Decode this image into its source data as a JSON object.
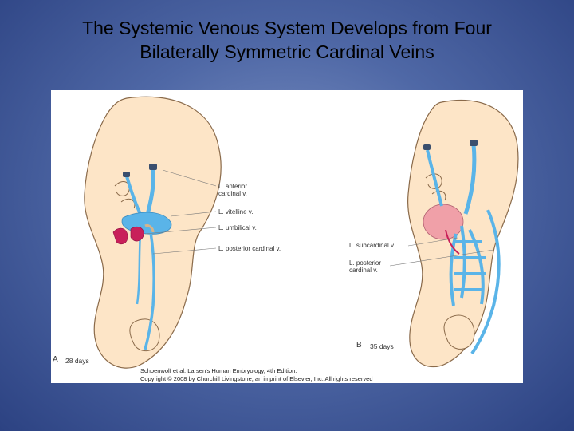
{
  "slide": {
    "title_line1": "The Systemic Venous System Develops from Four",
    "title_line2": "Bilaterally Symmetric Cardinal Veins"
  },
  "figure": {
    "panel_a": {
      "letter": "A",
      "age": "28 days",
      "labels": {
        "anterior_line1": "L. anterior",
        "anterior_line2": "cardinal v.",
        "vitelline": "L. vitelline v.",
        "umbilical": "L. umbilical v.",
        "posterior": "L. posterior cardinal v."
      }
    },
    "panel_b": {
      "letter": "B",
      "age": "35 days",
      "labels": {
        "subcardinal": "L. subcardinal v.",
        "posterior_line1": "L. posterior",
        "posterior_line2": "cardinal v."
      }
    },
    "credit_line1": "Schoenwolf et al: Larsen's Human Embryology, 4th Edition.",
    "credit_line2": "Copyright © 2008 by Churchill Livingstone, an imprint of Elsevier, Inc. All rights reserved"
  },
  "colors": {
    "embryo": "#fde5c7",
    "outline": "#8a6a4a",
    "vein": "#5ab4e8",
    "artery": "#c8205a",
    "heart": "#f0a0a8"
  }
}
